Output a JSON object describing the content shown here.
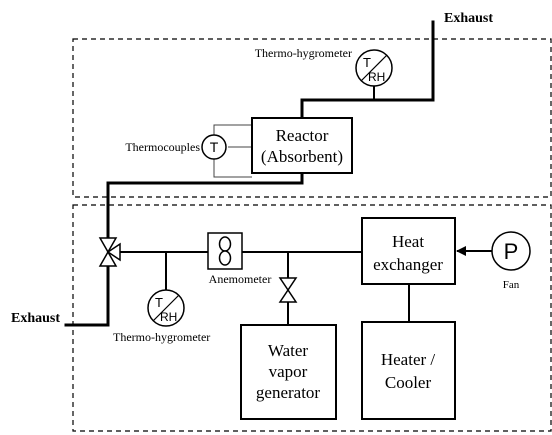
{
  "labels": {
    "exhaust_top": "Exhaust",
    "exhaust_left": "Exhaust",
    "thermo_hygrometer_top": "Thermo-hygrometer",
    "thermo_hygrometer_bottom": "Thermo-hygrometer",
    "thermocouples": "Thermocouples",
    "anemometer": "Anemometer",
    "fan": "Fan"
  },
  "boxes": {
    "reactor": [
      "Reactor",
      "(Absorbent)"
    ],
    "heat_exchanger": [
      "Heat",
      "exchanger"
    ],
    "water_vapor_generator": [
      "Water",
      "vapor",
      "generator"
    ],
    "heater_cooler": [
      "Heater /",
      "Cooler"
    ]
  },
  "symbols": {
    "thermo_hygrometer_t": "T",
    "thermo_hygrometer_rh": "RH",
    "thermocouple_t": "T",
    "fan_p": "P"
  }
}
